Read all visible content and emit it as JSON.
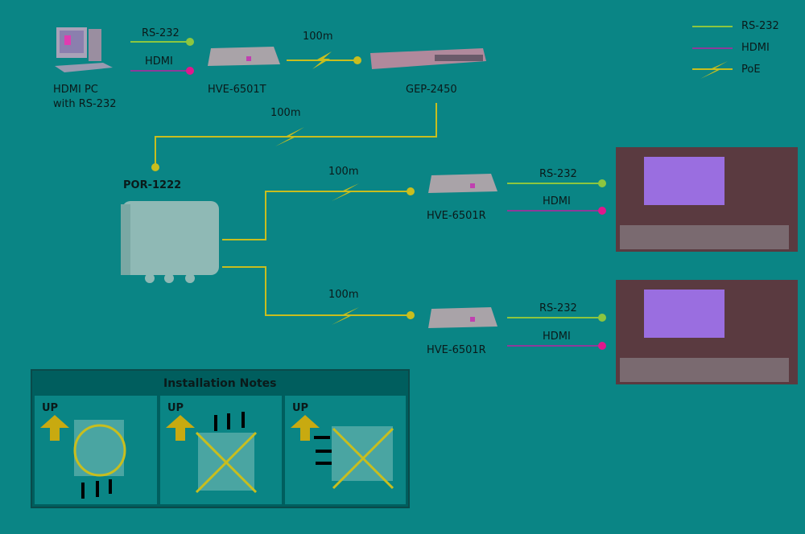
{
  "colors": {
    "background": "#0a8585",
    "rs232": "#8cc63f",
    "hdmi": "#8e3a9a",
    "hdmi_dot": "#e0188c",
    "poe": "#c8be1e"
  },
  "legend": {
    "rs232": "RS-232",
    "hdmi": "HDMI",
    "poe": "PoE"
  },
  "devices": {
    "pc": [
      "HDMI PC",
      "with RS-232"
    ],
    "transmitter": "HVE-6501T",
    "switch": "GEP-2450",
    "enclosure": "POR-1222",
    "receiver1": "HVE-6501R",
    "receiver2": "HVE-6501R"
  },
  "links": {
    "pc_rs232": "RS-232",
    "pc_hdmi": "HDMI",
    "tx_switch": "100m",
    "switch_enclosure": "100m",
    "enclosure_rx1": "100m",
    "enclosure_rx2": "100m",
    "rx1_rs232": "RS-232",
    "rx1_hdmi": "HDMI",
    "rx2_rs232": "RS-232",
    "rx2_hdmi": "HDMI"
  },
  "notes": {
    "title": "Installation Notes",
    "panels": [
      {
        "label": "UP",
        "status": "correct"
      },
      {
        "label": "UP",
        "status": "wrong"
      },
      {
        "label": "UP",
        "status": "wrong"
      }
    ]
  }
}
